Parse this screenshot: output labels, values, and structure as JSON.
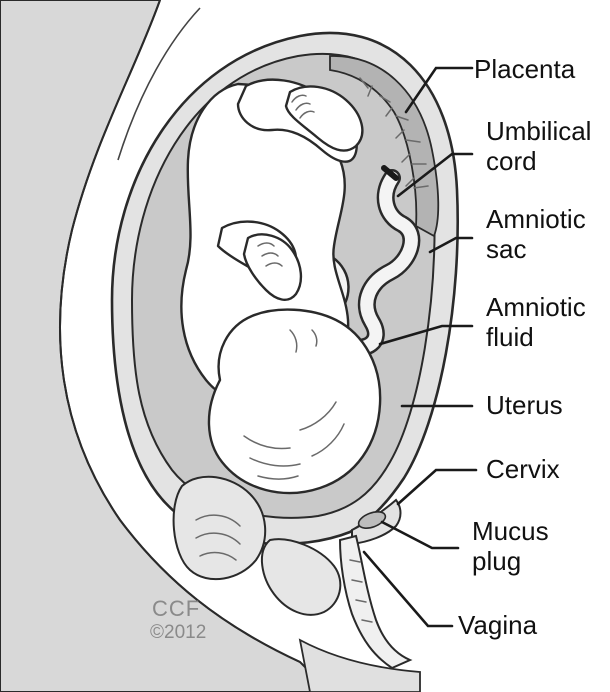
{
  "labels": {
    "placenta": "Placenta",
    "umbilical_cord": [
      "Umbilical",
      "cord"
    ],
    "amniotic_sac": [
      "Amniotic",
      "sac"
    ],
    "amniotic_fluid": [
      "Amniotic",
      "fluid"
    ],
    "uterus": "Uterus",
    "cervix": "Cervix",
    "mucus_plug": [
      "Mucus",
      "plug"
    ],
    "vagina": "Vagina"
  },
  "credit": {
    "org": "CCF",
    "year": "©2012"
  },
  "colors": {
    "body_gray": "#d8d8d8",
    "fluid_gray": "#c9c9c9",
    "placenta_gray": "#b3b3b3",
    "line": "#1a1a1a",
    "credit_text": "#8a8a8a"
  }
}
